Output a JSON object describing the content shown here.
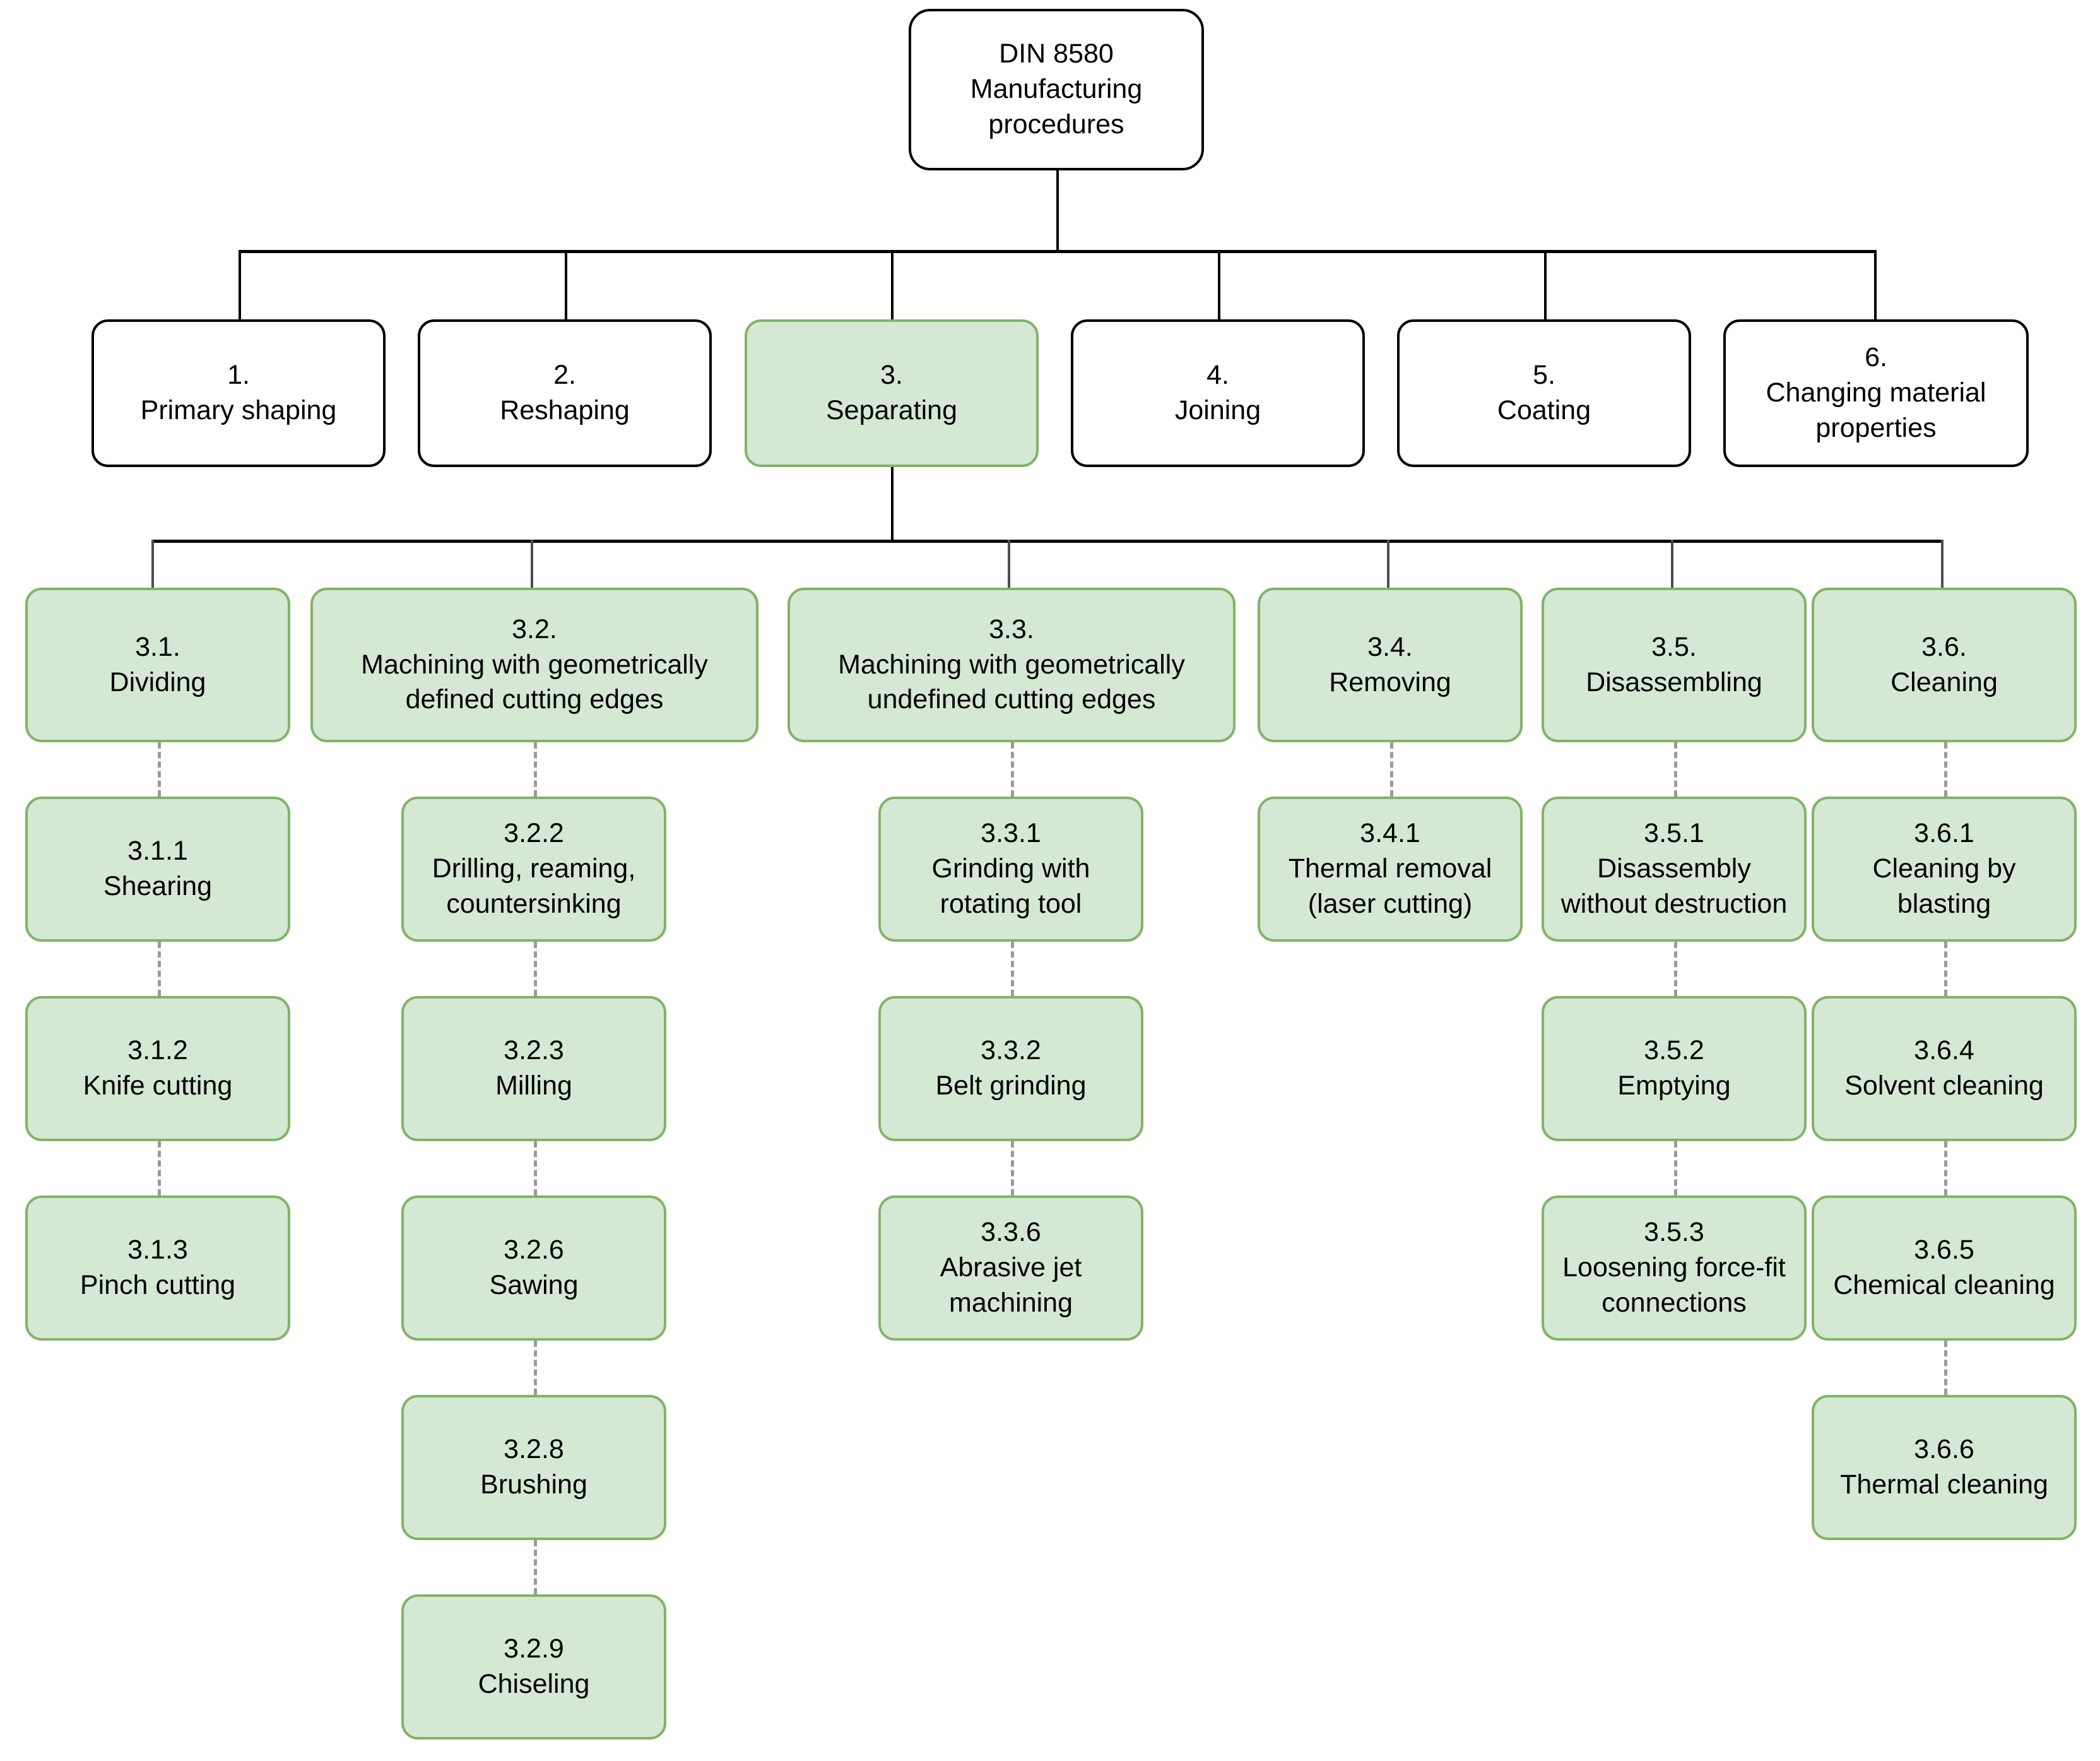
{
  "diagram": {
    "title": "DIN 8580 Manufacturing procedures classification tree",
    "colors": {
      "green_fill": "#d5e8d4",
      "green_border": "#82b366",
      "white_fill": "#ffffff",
      "black_border": "#000000",
      "connector_gray": "#4d4d4d",
      "dashed_gray": "#9a9a9a"
    },
    "root": {
      "line1": "DIN 8580",
      "line2": "Manufacturing",
      "line3": "procedures"
    },
    "level1": [
      {
        "code": "1.",
        "label": "Primary shaping",
        "highlighted": false
      },
      {
        "code": "2.",
        "label": "Reshaping",
        "highlighted": false
      },
      {
        "code": "3.",
        "label": "Separating",
        "highlighted": true
      },
      {
        "code": "4.",
        "label": "Joining",
        "highlighted": false
      },
      {
        "code": "5.",
        "label": "Coating",
        "highlighted": false
      },
      {
        "code": "6.",
        "label": "Changing material properties",
        "highlighted": false
      }
    ],
    "level2": [
      {
        "code": "3.1.",
        "label": "Dividing"
      },
      {
        "code": "3.2.",
        "label": "Machining with geometrically defined cutting edges"
      },
      {
        "code": "3.3.",
        "label": "Machining with geometrically undefined cutting edges"
      },
      {
        "code": "3.4.",
        "label": "Removing"
      },
      {
        "code": "3.5.",
        "label": "Disassembling"
      },
      {
        "code": "3.6.",
        "label": "Cleaning"
      }
    ],
    "columns": [
      {
        "parent": "3.1.",
        "children": [
          {
            "code": "3.1.1",
            "label": "Shearing"
          },
          {
            "code": "3.1.2",
            "label": "Knife cutting"
          },
          {
            "code": "3.1.3",
            "label": "Pinch cutting"
          }
        ]
      },
      {
        "parent": "3.2.",
        "children": [
          {
            "code": "3.2.2",
            "label": "Drilling, reaming, countersinking"
          },
          {
            "code": "3.2.3",
            "label": "Milling"
          },
          {
            "code": "3.2.6",
            "label": "Sawing"
          },
          {
            "code": "3.2.8",
            "label": "Brushing"
          },
          {
            "code": "3.2.9",
            "label": "Chiseling"
          }
        ]
      },
      {
        "parent": "3.3.",
        "children": [
          {
            "code": "3.3.1",
            "label": "Grinding with rotating tool"
          },
          {
            "code": "3.3.2",
            "label": "Belt grinding"
          },
          {
            "code": "3.3.6",
            "label": "Abrasive jet machining"
          }
        ]
      },
      {
        "parent": "3.4.",
        "children": [
          {
            "code": "3.4.1",
            "label": "Thermal removal (laser cutting)"
          }
        ]
      },
      {
        "parent": "3.5.",
        "children": [
          {
            "code": "3.5.1",
            "label": "Disassembly without destruction"
          },
          {
            "code": "3.5.2",
            "label": "Emptying"
          },
          {
            "code": "3.5.3",
            "label": "Loosening force-fit connections"
          }
        ]
      },
      {
        "parent": "3.6.",
        "children": [
          {
            "code": "3.6.1",
            "label": "Cleaning by blasting"
          },
          {
            "code": "3.6.4",
            "label": "Solvent cleaning"
          },
          {
            "code": "3.6.5",
            "label": "Chemical cleaning"
          },
          {
            "code": "3.6.6",
            "label": "Thermal cleaning"
          }
        ]
      }
    ],
    "nodes": {
      "root": {
        "l1": "DIN 8580",
        "l2": "Manufacturing",
        "l3": "procedures"
      },
      "n1": {
        "code": "1.",
        "l1": "Primary shaping"
      },
      "n2": {
        "code": "2.",
        "l1": "Reshaping"
      },
      "n3": {
        "code": "3.",
        "l1": "Separating"
      },
      "n4": {
        "code": "4.",
        "l1": "Joining"
      },
      "n5": {
        "code": "5.",
        "l1": "Coating"
      },
      "n6": {
        "code": "6.",
        "l1": "Changing material",
        "l2": "properties"
      },
      "n31": {
        "code": "3.1.",
        "l1": "Dividing"
      },
      "n32": {
        "code": "3.2.",
        "l1": "Machining with geometrically",
        "l2": "defined cutting edges"
      },
      "n33": {
        "code": "3.3.",
        "l1": "Machining with geometrically",
        "l2": "undefined cutting edges"
      },
      "n34": {
        "code": "3.4.",
        "l1": "Removing"
      },
      "n35": {
        "code": "3.5.",
        "l1": "Disassembling"
      },
      "n36": {
        "code": "3.6.",
        "l1": "Cleaning"
      },
      "n311": {
        "code": "3.1.1",
        "l1": "Shearing"
      },
      "n312": {
        "code": "3.1.2",
        "l1": "Knife cutting"
      },
      "n313": {
        "code": "3.1.3",
        "l1": "Pinch cutting"
      },
      "n322": {
        "code": "3.2.2",
        "l1": "Drilling, reaming,",
        "l2": "countersinking"
      },
      "n323": {
        "code": "3.2.3",
        "l1": "Milling"
      },
      "n326": {
        "code": "3.2.6",
        "l1": "Sawing"
      },
      "n328": {
        "code": "3.2.8",
        "l1": "Brushing"
      },
      "n329": {
        "code": "3.2.9",
        "l1": "Chiseling"
      },
      "n331": {
        "code": "3.3.1",
        "l1": "Grinding with",
        "l2": "rotating tool"
      },
      "n332": {
        "code": "3.3.2",
        "l1": "Belt grinding"
      },
      "n336": {
        "code": "3.3.6",
        "l1": "Abrasive jet",
        "l2": "machining"
      },
      "n341": {
        "code": "3.4.1",
        "l1": "Thermal removal",
        "l2": "(laser cutting)"
      },
      "n351": {
        "code": "3.5.1",
        "l1": "Disassembly",
        "l2": "without destruction"
      },
      "n352": {
        "code": "3.5.2",
        "l1": "Emptying"
      },
      "n353": {
        "code": "3.5.3",
        "l1": "Loosening force-fit",
        "l2": "connections"
      },
      "n361": {
        "code": "3.6.1",
        "l1": "Cleaning by",
        "l2": "blasting"
      },
      "n364": {
        "code": "3.6.4",
        "l1": "Solvent cleaning"
      },
      "n365": {
        "code": "3.6.5",
        "l1": "Chemical cleaning"
      },
      "n366": {
        "code": "3.6.6",
        "l1": "Thermal cleaning"
      }
    }
  }
}
